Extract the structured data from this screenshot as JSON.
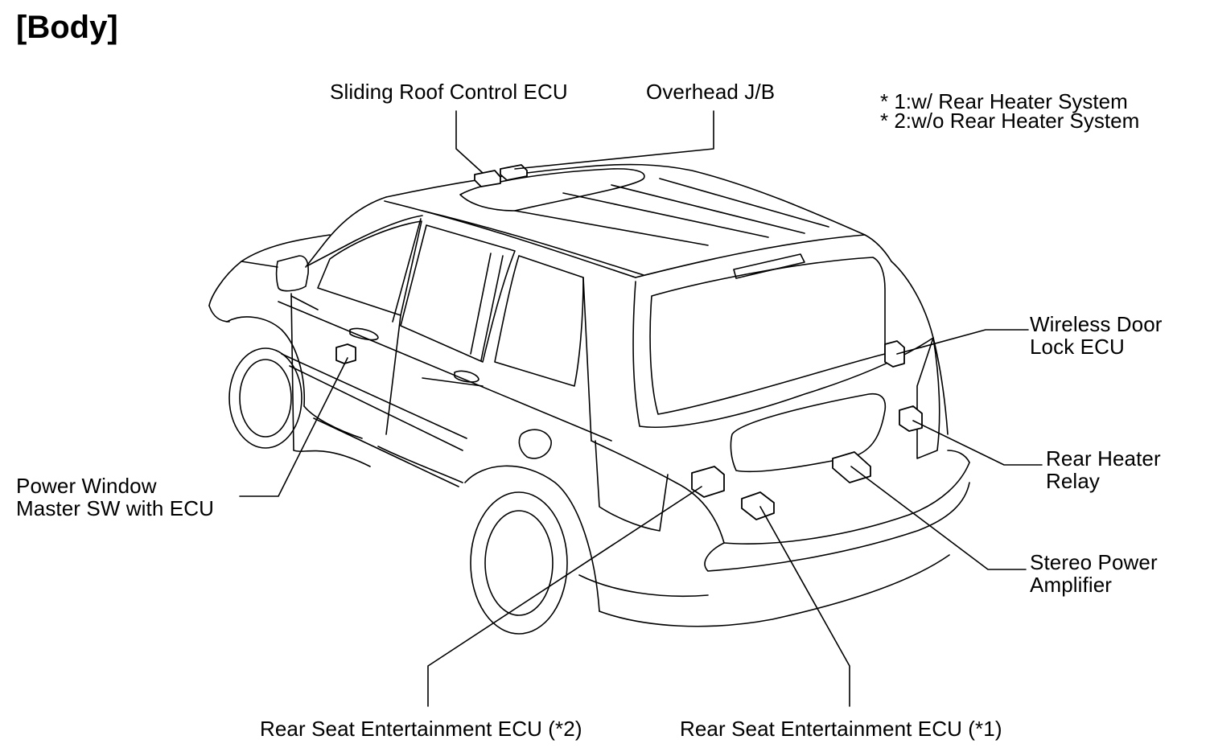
{
  "title": "[Body]",
  "notes": [
    "* 1:w/ Rear Heater System",
    "* 2:w/o Rear Heater System"
  ],
  "labels": {
    "sliding_roof": "Sliding Roof Control ECU",
    "overhead_jb": "Overhead J/B",
    "wireless_door_lock": [
      "Wireless Door",
      "Lock ECU"
    ],
    "rear_heater_relay": [
      "Rear Heater",
      "Relay"
    ],
    "stereo_power_amplifier": [
      "Stereo Power",
      "Amplifier"
    ],
    "power_window_master": [
      "Power Window",
      "Master SW with ECU"
    ],
    "rse_ecu_2": "Rear Seat Entertainment ECU (*2)",
    "rse_ecu_1": "Rear Seat Entertainment ECU (*1)"
  }
}
